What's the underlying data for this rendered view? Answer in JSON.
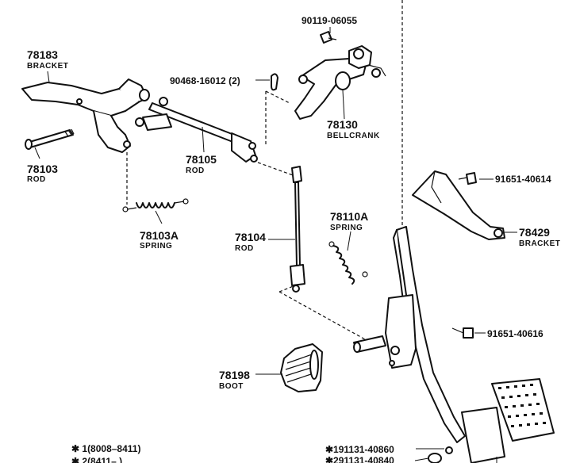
{
  "parts": {
    "p78183": {
      "number": "78183",
      "name": "BRACKET"
    },
    "p78103": {
      "number": "78103",
      "name": "ROD"
    },
    "p78103A": {
      "number": "78103A",
      "name": "SPRING"
    },
    "p90468": {
      "number": "90468-16012 (2)"
    },
    "p78105": {
      "number": "78105",
      "name": "ROD"
    },
    "p90119": {
      "number": "90119-06055"
    },
    "p78130": {
      "number": "78130",
      "name": "BELLCRANK"
    },
    "p78104": {
      "number": "78104",
      "name": "ROD"
    },
    "p78110A": {
      "number": "78110A",
      "name": "SPRING"
    },
    "p91651_614": {
      "number": "91651-40614"
    },
    "p78429": {
      "number": "78429",
      "name": "BRACKET"
    },
    "p91651_616": {
      "number": "91651-40616"
    },
    "p78198": {
      "number": "78198",
      "name": "BOOT"
    }
  },
  "footnotes": {
    "note1": "✱ 1(8008–8411)",
    "note2": "✱ 2(8411–      )",
    "code1": "✱191131-40860",
    "code2": "✱291131-40840"
  }
}
